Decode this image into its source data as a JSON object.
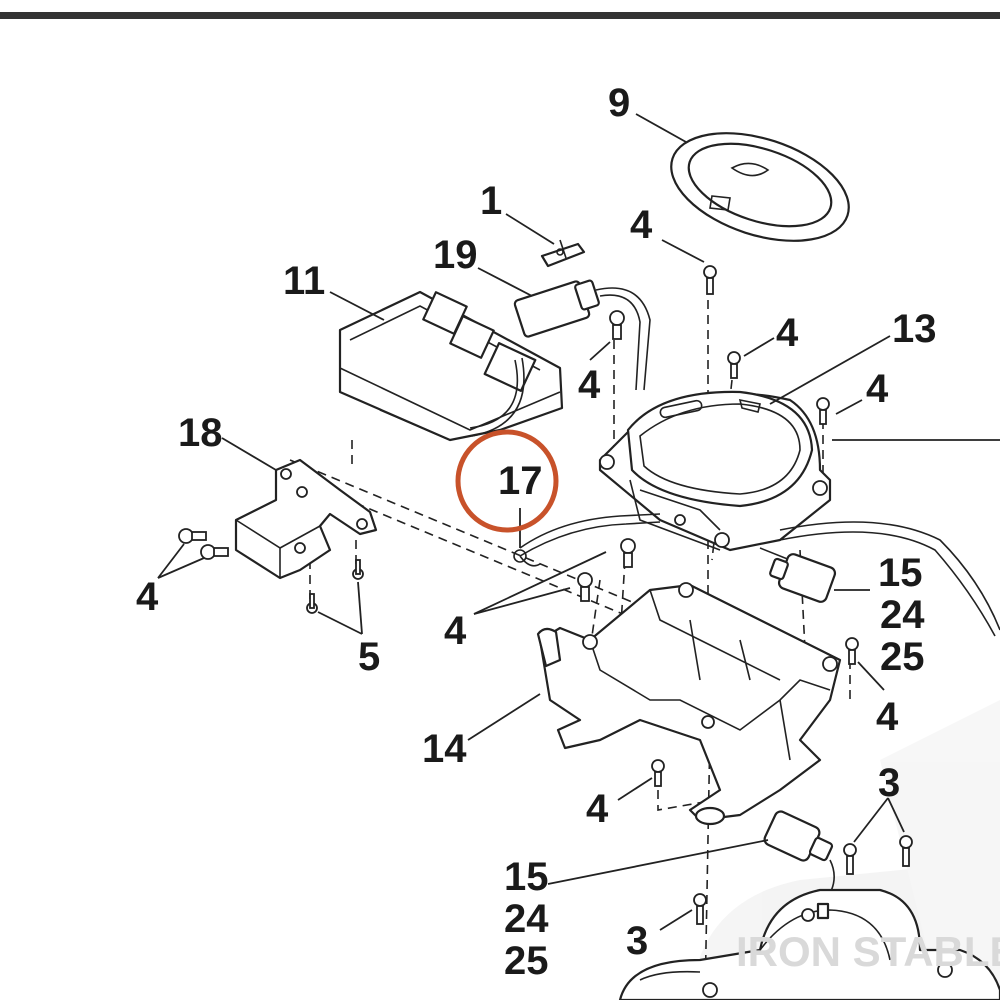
{
  "callouts": {
    "c1": "1",
    "c3a": "3",
    "c3b": "3",
    "c4a": "4",
    "c4b": "4",
    "c4c": "4",
    "c4d": "4",
    "c4e": "4",
    "c4f": "4",
    "c4g": "4",
    "c4h": "4",
    "c5": "5",
    "c9": "9",
    "c11": "11",
    "c13": "13",
    "c14": "14",
    "c15a": "15",
    "c24a": "24",
    "c25a": "25",
    "c15b": "15",
    "c24b": "24",
    "c25b": "25",
    "c17": "17",
    "c18": "18",
    "c19": "19"
  },
  "watermark": "IRON STABLE",
  "colors": {
    "highlight_circle": "#c8522a",
    "top_rule": "#333333",
    "ink": "#222222",
    "watermark": "#d9d9d9"
  }
}
